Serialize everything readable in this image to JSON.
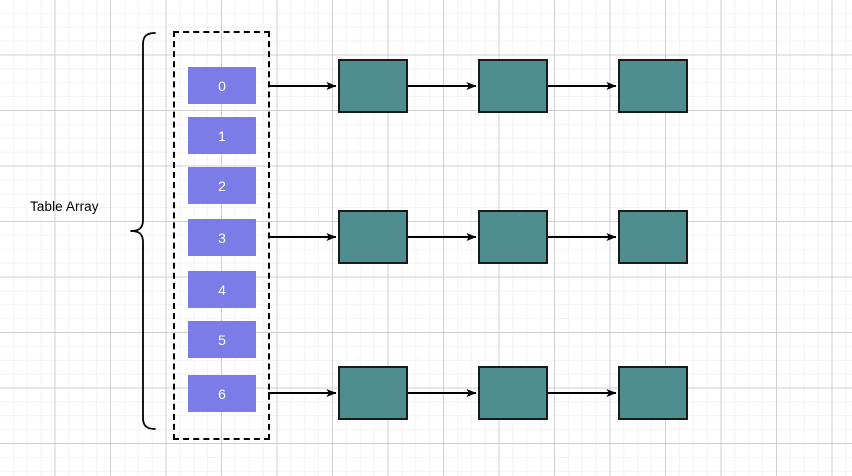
{
  "diagram": {
    "title": "Table Array",
    "label": "Table Array",
    "colors": {
      "slot_fill": "#7b7ce8",
      "slot_text": "#ffffff",
      "node_fill": "#4f8e8e",
      "node_stroke": "#1a1a1a",
      "arrow": "#000000",
      "dashed_border": "#000000",
      "grid_minor": "#f2f2f2",
      "grid_major": "#d0d0d0",
      "background": "#ffffff"
    },
    "table_array": {
      "slots": [
        {
          "label": "0",
          "index": 0,
          "has_chain": true
        },
        {
          "label": "1",
          "index": 1,
          "has_chain": false
        },
        {
          "label": "2",
          "index": 2,
          "has_chain": false
        },
        {
          "label": "3",
          "index": 3,
          "has_chain": true
        },
        {
          "label": "4",
          "index": 4,
          "has_chain": false
        },
        {
          "label": "5",
          "index": 5,
          "has_chain": false
        },
        {
          "label": "6",
          "index": 6,
          "has_chain": true
        }
      ]
    },
    "chains": [
      {
        "from_slot": "0",
        "nodes": [
          "",
          "",
          ""
        ]
      },
      {
        "from_slot": "3",
        "nodes": [
          "",
          "",
          ""
        ]
      },
      {
        "from_slot": "6",
        "nodes": [
          "",
          "",
          ""
        ]
      }
    ]
  }
}
